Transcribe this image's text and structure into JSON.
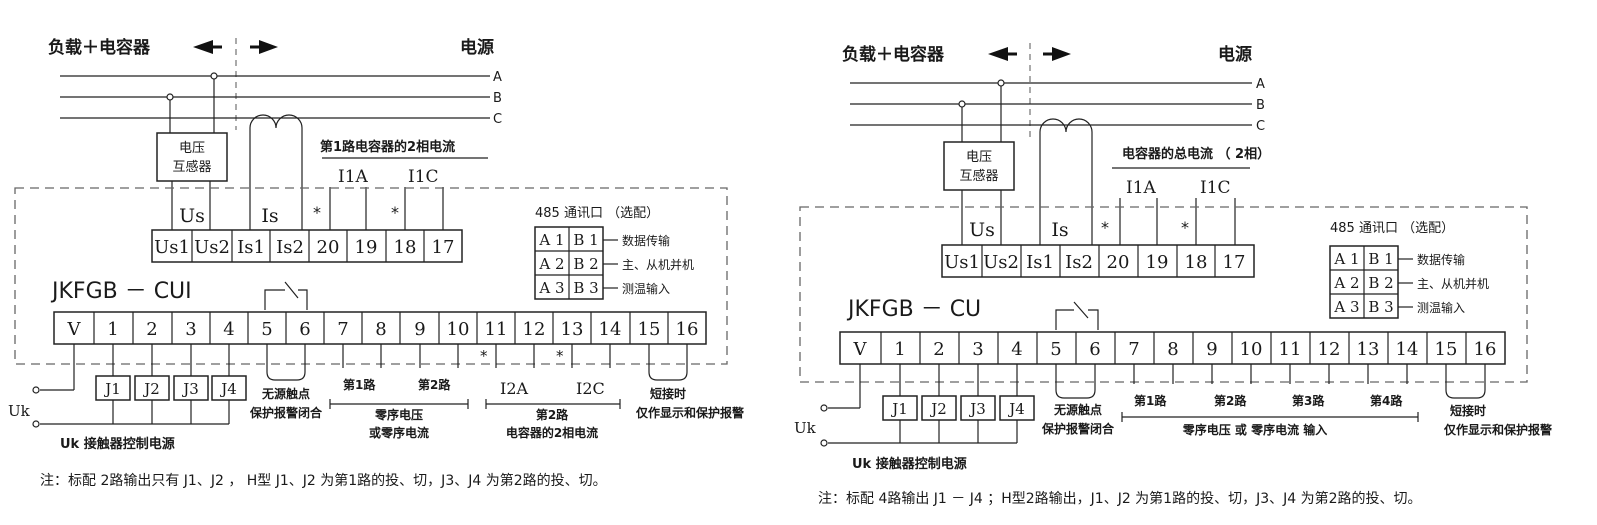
{
  "left": {
    "load_capacitor": "负载＋电容器",
    "power_source": "电源",
    "phases": [
      "A",
      "B",
      "C"
    ],
    "pt_line1": "电压",
    "pt_line2": "互感器",
    "ct_caption": "第1路电容器的2相电流",
    "i1a": "I1A",
    "i1c": "I1C",
    "us": "Us",
    "is": "Is",
    "star": "*",
    "top_terminals": [
      "Us1",
      "Us2",
      "Is1",
      "Is2",
      "20",
      "19",
      "18",
      "17"
    ],
    "comm_title": "485 通讯口 （选配）",
    "comm_rows": [
      {
        "a": "A 1",
        "b": "B 1",
        "desc": "数据传输"
      },
      {
        "a": "A 2",
        "b": "B 2",
        "desc": "主、从机并机"
      },
      {
        "a": "A 3",
        "b": "B 3",
        "desc": "测温输入"
      }
    ],
    "model": "JKFGB － CUI",
    "bottom_terminals": [
      "V",
      "1",
      "2",
      "3",
      "4",
      "5",
      "6",
      "7",
      "8",
      "9",
      "10",
      "11",
      "12",
      "13",
      "14",
      "15",
      "16"
    ],
    "relays": [
      "J1",
      "J2",
      "J3",
      "J4"
    ],
    "uk": "Uk",
    "uk_caption": "Uk 接触器控制电源",
    "dry_contact_1": "无源触点",
    "dry_contact_2": "保护报警闭合",
    "route1": "第1路",
    "route2": "第2路",
    "zero_seq_1": "零序电压",
    "zero_seq_2": "或零序电流",
    "i2a": "I2A",
    "i2c": "I2C",
    "route2_cap_1": "第2路",
    "route2_cap_2": "电容器的2相电流",
    "short_1": "短接时",
    "short_2": "仅作显示和保护报警",
    "note": "注：标配 2路输出只有 J1、J2 ， H型 J1、J2 为第1路的投、切，J3、J4 为第2路的投、切。"
  },
  "right": {
    "load_capacitor": "负载＋电容器",
    "power_source": "电源",
    "phases": [
      "A",
      "B",
      "C"
    ],
    "pt_line1": "电压",
    "pt_line2": "互感器",
    "ct_caption": "电容器的总电流 （ 2相）",
    "i1a": "I1A",
    "i1c": "I1C",
    "us": "Us",
    "is": "Is",
    "star": "*",
    "top_terminals": [
      "Us1",
      "Us2",
      "Is1",
      "Is2",
      "20",
      "19",
      "18",
      "17"
    ],
    "comm_title": "485 通讯口 （选配）",
    "comm_rows": [
      {
        "a": "A 1",
        "b": "B 1",
        "desc": "数据传输"
      },
      {
        "a": "A 2",
        "b": "B 2",
        "desc": "主、从机并机"
      },
      {
        "a": "A 3",
        "b": "B 3",
        "desc": "测温输入"
      }
    ],
    "model": "JKFGB － CU",
    "bottom_terminals": [
      "V",
      "1",
      "2",
      "3",
      "4",
      "5",
      "6",
      "7",
      "8",
      "9",
      "10",
      "11",
      "12",
      "13",
      "14",
      "15",
      "16"
    ],
    "relays": [
      "J1",
      "J2",
      "J3",
      "J4"
    ],
    "uk": "Uk",
    "uk_caption": "Uk 接触器控制电源",
    "dry_contact_1": "无源触点",
    "dry_contact_2": "保护报警闭合",
    "routes": [
      "第1路",
      "第2路",
      "第3路",
      "第4路"
    ],
    "zero_seq": "零序电压 或 零序电流 输入",
    "short_1": "短接时",
    "short_2": "仅作显示和保护报警",
    "note": "注：标配 4路输出 J1 － J4 ；H型2路输出，J1、J2 为第1路的投、切，J3、J4 为第2路的投、切。"
  }
}
